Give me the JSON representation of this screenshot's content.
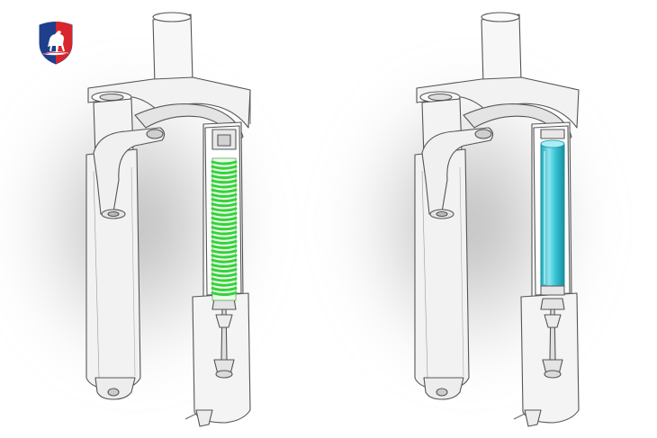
{
  "scene": {
    "panels": [
      {
        "id": "spring-fork",
        "internal": "coil-spring",
        "accent": "#35d23a"
      },
      {
        "id": "air-fork",
        "internal": "air-cartridge",
        "accent": "#38c8d8"
      }
    ]
  },
  "logo": {
    "icon": "horse-shield-logo",
    "colors": {
      "blue": "#1f3f8c",
      "red": "#d8262c",
      "white": "#ffffff"
    }
  },
  "colors": {
    "line": "#555555",
    "fill": "#f4f4f4",
    "shade": "#d6d6d6",
    "spring": "#35d23a",
    "air": "#38c8d8"
  }
}
